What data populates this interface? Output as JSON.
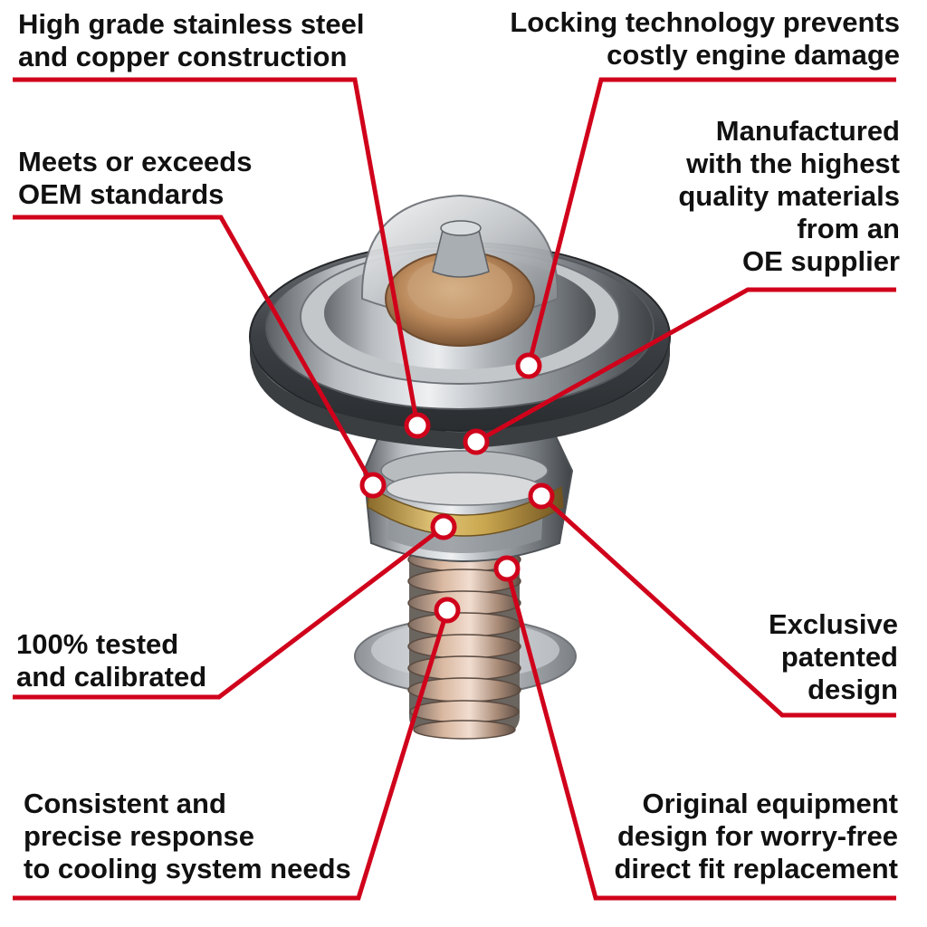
{
  "colors": {
    "leader": "#d0021b",
    "text": "#111111",
    "background": "#ffffff"
  },
  "image": {
    "subject": "automotive-thermostat"
  },
  "callouts": [
    {
      "id": "stainless",
      "lines": [
        "High grade stainless steel",
        "and copper construction"
      ]
    },
    {
      "id": "locking",
      "lines": [
        "Locking technology prevents",
        "costly engine damage"
      ]
    },
    {
      "id": "oem",
      "lines": [
        "Meets or exceeds",
        "OEM standards"
      ]
    },
    {
      "id": "manufactured",
      "lines": [
        "Manufactured",
        "with the highest",
        "quality materials",
        "from an",
        "OE supplier"
      ]
    },
    {
      "id": "tested",
      "lines": [
        "100% tested",
        "and calibrated"
      ]
    },
    {
      "id": "patented",
      "lines": [
        "Exclusive",
        "patented",
        "design"
      ]
    },
    {
      "id": "consistent",
      "lines": [
        "Consistent and",
        "precise response",
        "to cooling system needs"
      ]
    },
    {
      "id": "original",
      "lines": [
        "Original equipment",
        "design for worry-free",
        "direct fit replacement"
      ]
    }
  ]
}
